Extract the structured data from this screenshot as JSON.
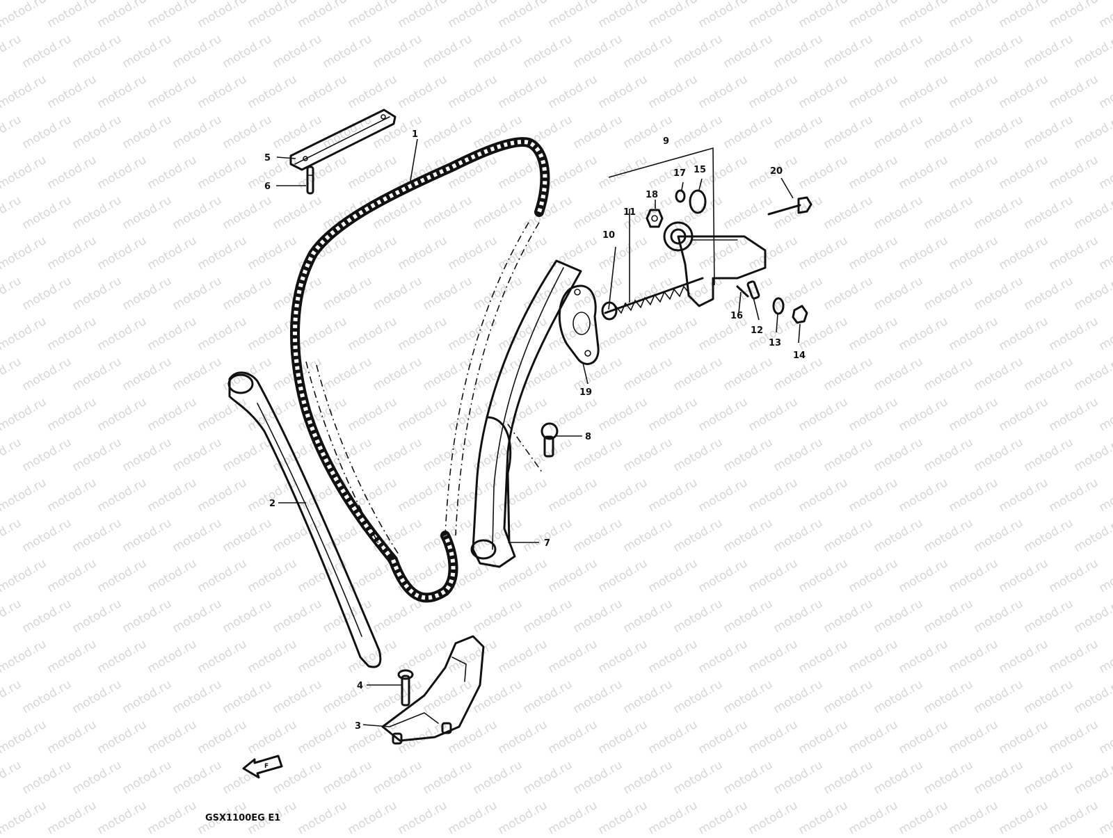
{
  "diagram": {
    "model_code": "GSX1100EG  E1",
    "watermark": "motod.ru",
    "front_badge": "F",
    "callouts": [
      {
        "id": "1",
        "label": "1",
        "part": "cam-chain"
      },
      {
        "id": "2",
        "label": "2",
        "part": "rear-chain-guide"
      },
      {
        "id": "3",
        "label": "3",
        "part": "guide-holder"
      },
      {
        "id": "4",
        "label": "4",
        "part": "holder-bolt"
      },
      {
        "id": "5",
        "label": "5",
        "part": "upper-chain-guide"
      },
      {
        "id": "6",
        "label": "6",
        "part": "upper-guide-bolt"
      },
      {
        "id": "7",
        "label": "7",
        "part": "tensioner-guide"
      },
      {
        "id": "8",
        "label": "8",
        "part": "guide-bolt"
      },
      {
        "id": "9",
        "label": "9",
        "part": "tensioner-assembly"
      },
      {
        "id": "10",
        "label": "10",
        "part": "tensioner-push-rod"
      },
      {
        "id": "11",
        "label": "11",
        "part": "spring"
      },
      {
        "id": "12",
        "label": "12",
        "part": "stopper-pin"
      },
      {
        "id": "13",
        "label": "13",
        "part": "washer"
      },
      {
        "id": "14",
        "label": "14",
        "part": "nut"
      },
      {
        "id": "15",
        "label": "15",
        "part": "o-ring"
      },
      {
        "id": "16",
        "label": "16",
        "part": "spring-pin"
      },
      {
        "id": "17",
        "label": "17",
        "part": "seal"
      },
      {
        "id": "18",
        "label": "18",
        "part": "lock-nut"
      },
      {
        "id": "19",
        "label": "19",
        "part": "gasket"
      },
      {
        "id": "20",
        "label": "20",
        "part": "tensioner-bolt"
      }
    ]
  }
}
